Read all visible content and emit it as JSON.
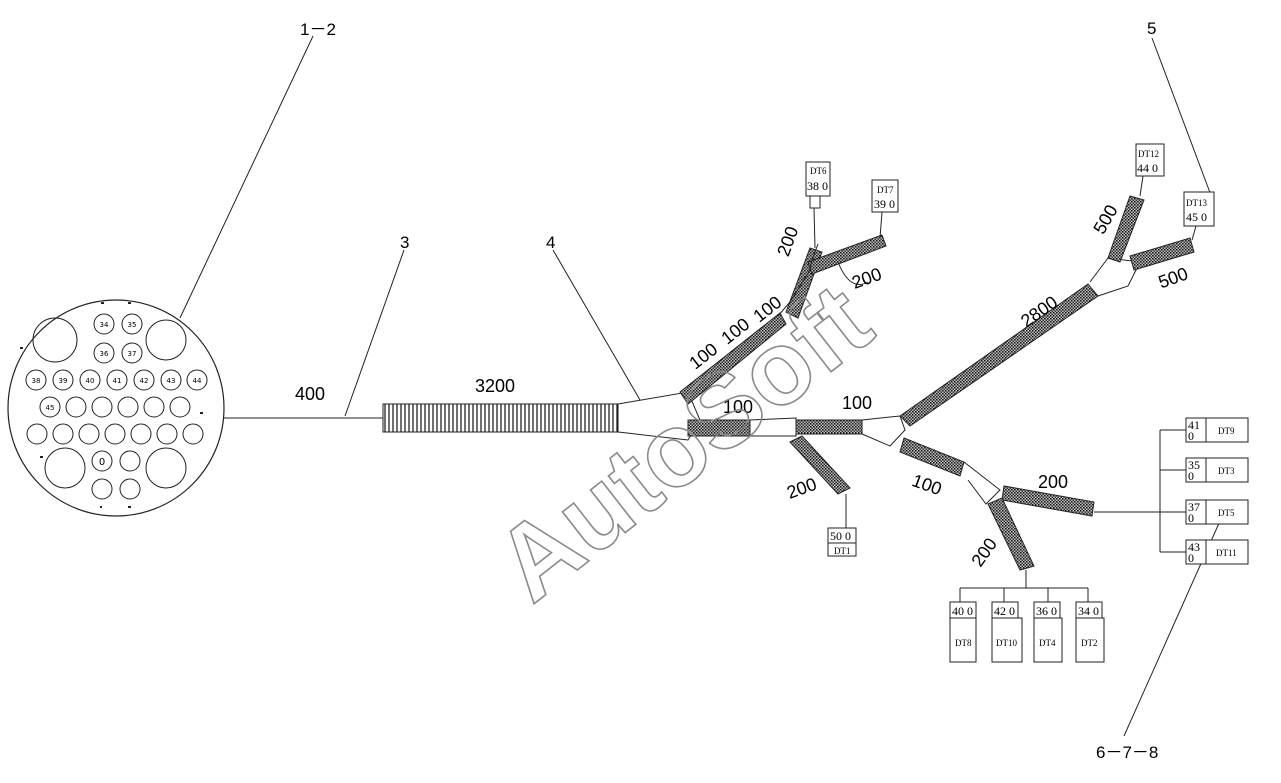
{
  "callouts": {
    "c12": "1－2",
    "c3": "3",
    "c4": "4",
    "c5": "5",
    "c678": "6－7－8"
  },
  "dimensions": {
    "d400": "400",
    "d3200": "3200",
    "d100_upper_a": "100",
    "d100_upper_b": "100",
    "d100_upper_c": "100",
    "d200_dt6": "200",
    "d200_dt7": "200",
    "d100_mid_a": "100",
    "d100_mid_b": "100",
    "d200_dt1": "200",
    "d2800": "2800",
    "d500_dt12": "500",
    "d500_dt13": "500",
    "d100_low": "100",
    "d200_right": "200",
    "d200_down": "200"
  },
  "connector_pins": [
    "34",
    "35",
    "36",
    "37",
    "38",
    "39",
    "40",
    "41",
    "42",
    "43",
    "44",
    "45",
    "0"
  ],
  "connectors": {
    "dt6": {
      "name": "DT6",
      "wire": "38 0"
    },
    "dt7": {
      "name": "DT7",
      "wire": "39 0"
    },
    "dt12": {
      "name": "DT12",
      "wire": "44 0"
    },
    "dt13": {
      "name": "DT13",
      "wire": "45 0"
    },
    "dt1": {
      "name": "DT1",
      "wire": "50 0"
    },
    "dt8": {
      "name": "DT8",
      "wire": "40 0"
    },
    "dt10": {
      "name": "DT10",
      "wire": "42 0"
    },
    "dt4": {
      "name": "DT4",
      "wire": "36 0"
    },
    "dt2": {
      "name": "DT2",
      "wire": "34 0"
    },
    "dt9": {
      "name": "DT9",
      "top": "41",
      "bottom": "0"
    },
    "dt3": {
      "name": "DT3",
      "top": "35",
      "bottom": "0"
    },
    "dt5": {
      "name": "DT5",
      "top": "37",
      "bottom": "0"
    },
    "dt11": {
      "name": "DT11",
      "top": "43",
      "bottom": "0"
    }
  },
  "watermark": "AutoSoft"
}
